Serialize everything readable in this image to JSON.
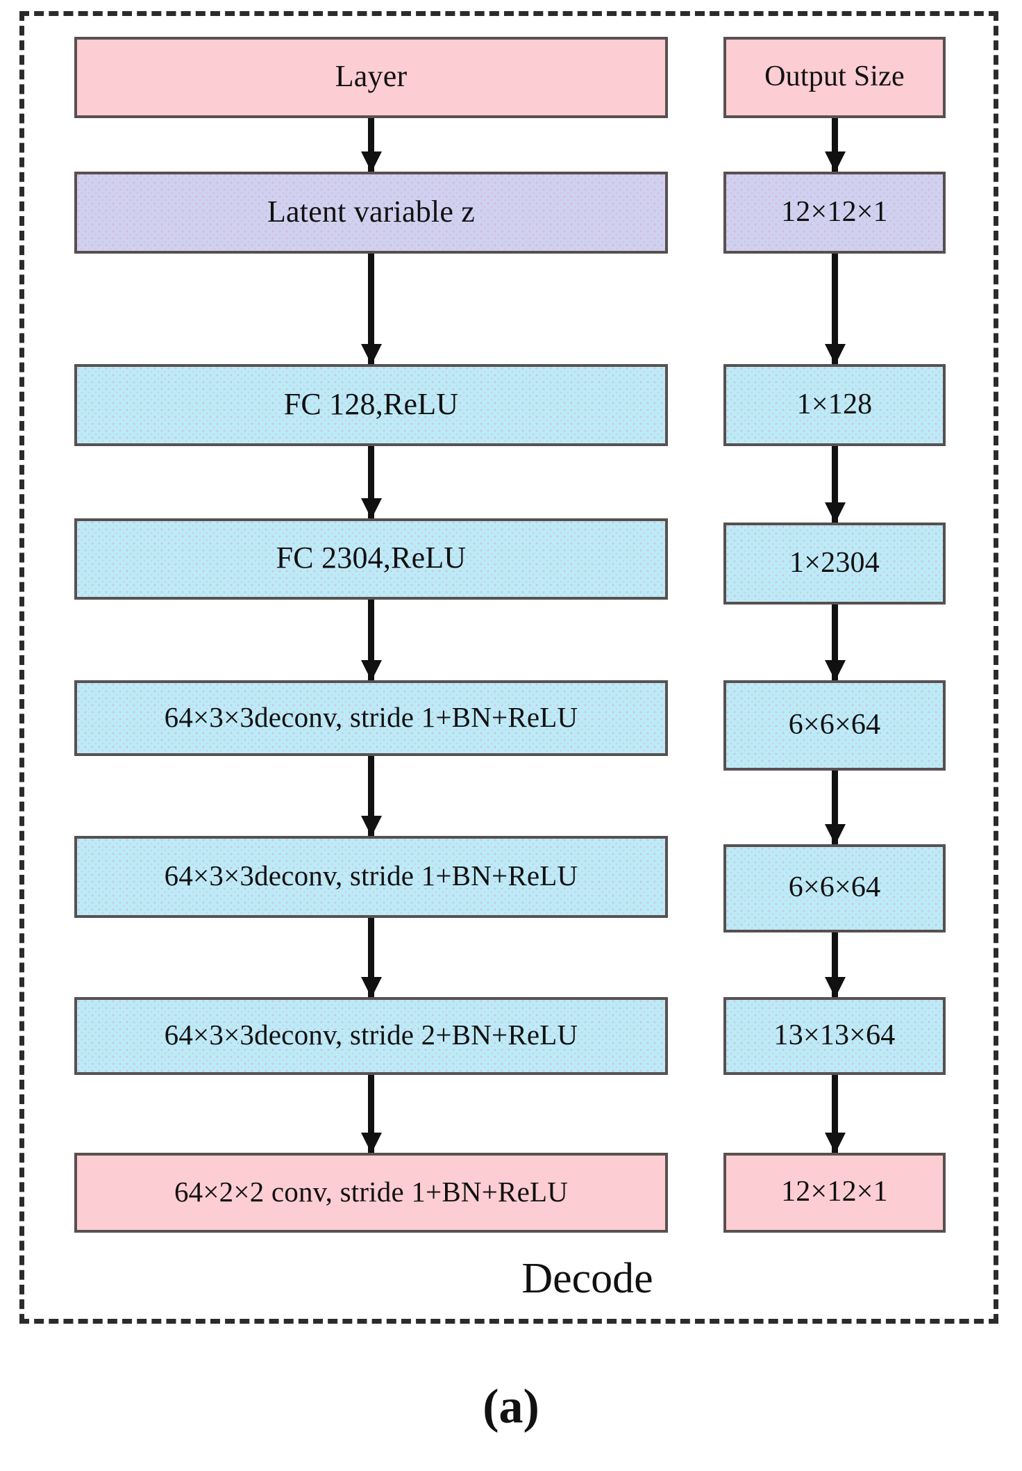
{
  "figure": {
    "caption": "(a)",
    "section_label": "Decode"
  },
  "diagram": {
    "type": "flowchart",
    "columns": [
      {
        "id": "layer",
        "header": "Layer"
      },
      {
        "id": "output_size",
        "header": "Output Size"
      }
    ],
    "headers": {
      "layer": "Layer",
      "output_size": "Output Size"
    },
    "rows": [
      {
        "layer": "Latent variable z",
        "output_size": "12×12×1",
        "style": "lavender"
      },
      {
        "layer": "FC 128,ReLU",
        "output_size": "1×128",
        "style": "cyan"
      },
      {
        "layer": "FC 2304,ReLU",
        "output_size": "1×2304",
        "style": "cyan"
      },
      {
        "layer": "64×3×3deconv, stride 1+BN+ReLU",
        "output_size": "6×6×64",
        "style": "cyan"
      },
      {
        "layer": "64×3×3deconv, stride 1+BN+ReLU",
        "output_size": "6×6×64",
        "style": "cyan"
      },
      {
        "layer": "64×3×3deconv, stride 2+BN+ReLU",
        "output_size": "13×13×64",
        "style": "cyan"
      },
      {
        "layer": "64×2×2 conv, stride 1+BN+ReLU",
        "output_size": "12×12×1",
        "style": "pink"
      }
    ]
  },
  "colors": {
    "pink_fill": "#fccdd2",
    "lavender_fill": "#cfd2ee",
    "cyan_fill": "#bcebf6",
    "box_border": "#585050",
    "frame_border": "#2b2b2b",
    "arrow": "#111111",
    "text": "#111111",
    "background": "#ffffff"
  }
}
